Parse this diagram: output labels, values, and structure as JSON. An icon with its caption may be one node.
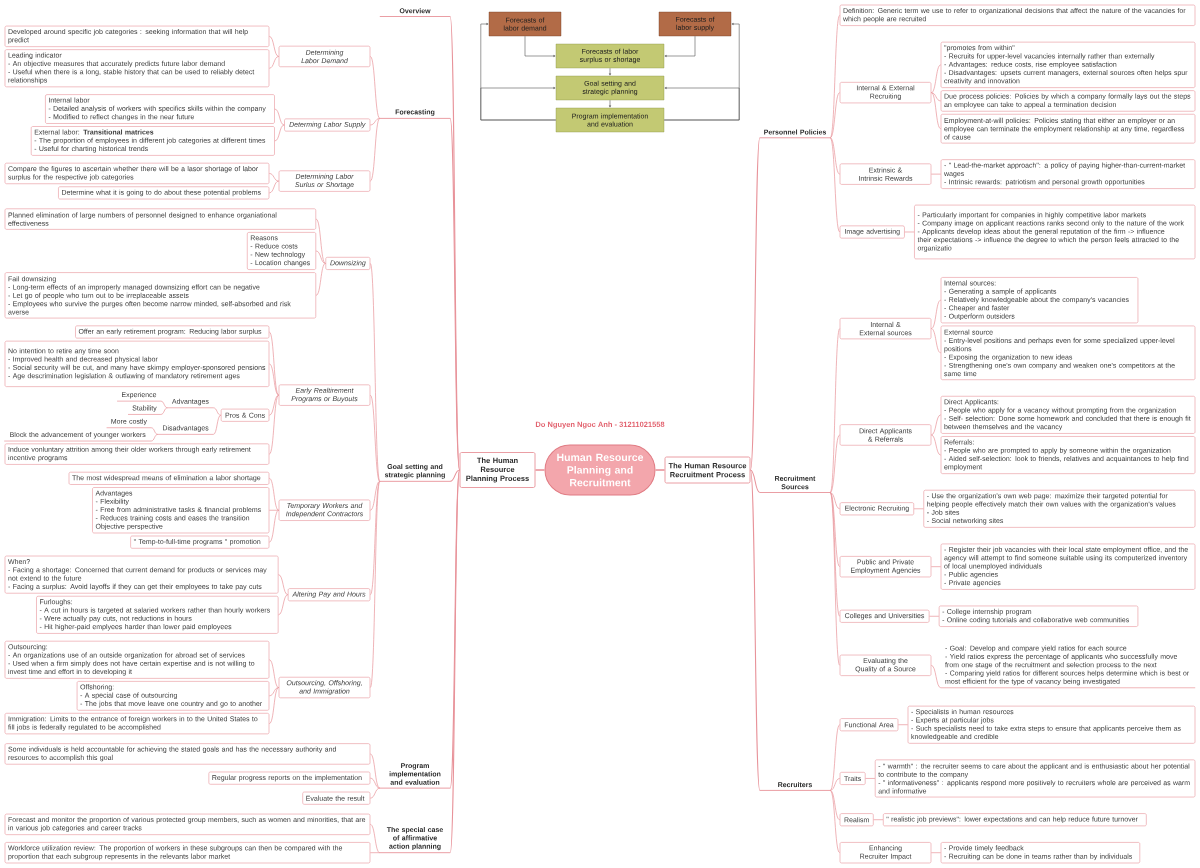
{
  "diagram": {
    "nodes": [
      {
        "text": [
          "Human Resource Planning and Recruitment"
        ]
      },
      {
        "text": [
          "The Human Resource Planning Process"
        ]
      },
      {
        "text": [
          "Overview"
        ]
      },
      {
        "text": [
          "Forecasts of labor demand"
        ]
      },
      {
        "text": [
          "Forecasts of labor supply"
        ]
      },
      {
        "text": [
          "Forecasts of labor surplus or shortage"
        ]
      },
      {
        "text": [
          "Goal setting and strategic planning"
        ]
      },
      {
        "text": [
          "Program implementation and evaluation"
        ]
      },
      {
        "text": [
          "Forecasting"
        ]
      },
      {
        "text": [
          "Determining Labor Demand"
        ]
      },
      {
        "text": [
          "Developed around specific job categories : seeking information that will help predict"
        ]
      },
      {
        "text": [
          "Leading indicator",
          "- An objective measures that accurately predicts future labor demand",
          "- Useful when there is a long, stable history that can be used to reliably detect relationships"
        ]
      },
      {
        "text": [
          "Determing Labor Supply"
        ]
      },
      {
        "text": [
          "Internal labor",
          "- Detailed analysis of workers with specifics skills within the company",
          "- Modified to reflect changes in the near future"
        ]
      },
      {
        "text": [
          "External labor: **Transitional matrices**",
          "- The proportion of employees in different job categories at different times",
          "- Useful for charting historical trends"
        ]
      },
      {
        "text": [
          "Determining Labor Surlus or Shortage"
        ]
      },
      {
        "text": [
          "Compare the figures to ascertain whether there will be a lasor shortage of labor surplus for the respective job categories"
        ]
      },
      {
        "text": [
          "Determine what it is going to do about these potential problems"
        ]
      },
      {
        "text": [
          "Goal setting and strategic planning"
        ]
      },
      {
        "text": [
          "Downsizing"
        ]
      },
      {
        "text": [
          "Planned elimination of large numbers of personnel designed to enhance organiational effectiveness"
        ]
      },
      {
        "text": [
          "Reasons",
          "- Reduce costs",
          "- New technology",
          "- Location changes"
        ]
      },
      {
        "text": [
          "Fail downsizing",
          "- Long-term effects of an improperly managed downsizing effort can be negative",
          "- Let go of people who turn out to be irreplaceable assets",
          "- Employees who survive the purges often become narrow minded, self-absorbed and risk averse"
        ]
      },
      {
        "text": [
          "Early Realtirement Programs or Buyouts"
        ]
      },
      {
        "text": [
          "Offer an early retirement program: Reducing labor surplus"
        ]
      },
      {
        "text": [
          "No intention to retire any time soon",
          "- Improved health and decreased physical labor",
          "- Social security will be cut, and many have skimpy employer-sponsored pensions",
          "- Age descrimination legislation & outlawing of mandatory retirement ages"
        ]
      },
      {
        "text": [
          "Pros & Cons"
        ]
      },
      {
        "text": [
          "Advantages"
        ]
      },
      {
        "text": [
          "Experience"
        ]
      },
      {
        "text": [
          "Stability"
        ]
      },
      {
        "text": [
          "Disadvantages"
        ]
      },
      {
        "text": [
          "More costly"
        ]
      },
      {
        "text": [
          "Block the advancement of younger workers"
        ]
      },
      {
        "text": [
          "Induce vonluntary attrition among their older workers through early retirement incentive programs"
        ]
      },
      {
        "text": [
          "Temporary Workers and Independent Contractors"
        ]
      },
      {
        "text": [
          "The most widespread means of elimination a labor shortage"
        ]
      },
      {
        "text": [
          "Advantages",
          "- Flexibility",
          "- Free from administrative tasks & financial problems",
          "- Reduces training costs and eases the transition",
          "Objective perspective"
        ]
      },
      {
        "text": [
          "\" Temp-to-full-time programs \" promotion"
        ]
      },
      {
        "text": [
          "Altering Pay and Hours"
        ]
      },
      {
        "text": [
          "When?",
          "- Facing a shortage: Concerned that current demand for products or services may not extend to the future",
          "- Facing a surplus: Avoid layoffs if they can get their employees to take pay cuts"
        ]
      },
      {
        "text": [
          "Furloughs:",
          "- A cut in hours is targeted at salaried workers rather than hourly workers",
          "- Were actually pay cuts, not reductions in hours",
          "- Hit higher-paid emplyees harder than lower paid employees"
        ]
      },
      {
        "text": [
          "Outsourcing, Offshoring, and Immigration"
        ]
      },
      {
        "text": [
          "Outsourcing:",
          "- An organizations use of an outside organization for abroad set of services",
          "- Used when a firm simply does not have certain expertise and is not willing to invest time and effort in to developing it"
        ]
      },
      {
        "text": [
          "Offshoring:",
          "- A special case of outsourcing",
          "- The jobs that move leave one country and go to another"
        ]
      },
      {
        "text": [
          "Immigration: Limits to the entrance of foreign workers in to the United States to fill jobs is federally regulated to be accomplished"
        ]
      },
      {
        "text": [
          "Program implementation and evaluation"
        ]
      },
      {
        "text": [
          "Some individuals is held accountable for achieving the stated goals and has the necessary authority and resources to accomplish this goal"
        ]
      },
      {
        "text": [
          "Regular progress reports on the implementation"
        ]
      },
      {
        "text": [
          "Evaluate the result"
        ]
      },
      {
        "text": [
          "The special case of affirmative action planning"
        ]
      },
      {
        "text": [
          "Forecast and monitor the proportion of various protected group members, such as women and minorities, that are in various job categories and career tracks"
        ]
      },
      {
        "text": [
          "Workforce utilization review: The proportion of workers in these subgroups can then be compared with the proportion that each subgroup represents in the relevants labor market"
        ]
      },
      {
        "text": [
          "The Human Resource Recruitment Process"
        ]
      },
      {
        "text": [
          "Personnel Policies"
        ]
      },
      {
        "text": [
          "Definition: Generic term we use to refer to organizational decisions that affect the nature of the vacancies for which people are recruited"
        ]
      },
      {
        "text": [
          "Internal & External Recruiting"
        ]
      },
      {
        "text": [
          "\"promotes from within\"",
          "- Recruits for upper-level vacancies internally rather than externally",
          "- Advantages: reduce costs, rise employee satisfaction",
          "- Disadvantages: upsets current managers, external sources often helps spur creativity and innovation"
        ]
      },
      {
        "text": [
          "Due process policies: Policies by which a company formally lays out the steps an employee can take to appeal a termination decision"
        ]
      },
      {
        "text": [
          "Employment-at-will policies: Policies stating that either an employer or an employee can terminate the employment relationship at any time, regardless of cause"
        ]
      },
      {
        "text": [
          "Extrinsic & Intrinsic Rewards"
        ]
      },
      {
        "text": [
          "- \" Lead-the-market approach\": a policy of paying higher-than-current-market wages",
          "- Intrinsic rewards: patriotism and personal growth opportunities"
        ]
      },
      {
        "text": [
          "Image advertising"
        ]
      },
      {
        "text": [
          "- Particularly important for companies in highly competitive labor markets",
          "- Company image on applicant reactions ranks second only to the nature of the work",
          "- Applicants develop ideas about the general reputation of the firm -> influence their expectations -> influence the degree to which the person feels attracted to the organizatio"
        ]
      },
      {
        "text": [
          "Recruitment Sources"
        ]
      },
      {
        "text": [
          "Internal & External sources"
        ]
      },
      {
        "text": [
          "Internal sources:",
          "- Generating a sample of applicants",
          "- Relatively knowledgeable about the company's vacancies",
          "- Cheaper and faster",
          "- Outperform outsiders"
        ]
      },
      {
        "text": [
          "External source",
          "- Entry-level positions and perhaps even for some specialized upper-level positions",
          "- Exposing the organization to new ideas",
          "- Strengthening one's own company and weaken one's competitors at the same time"
        ]
      },
      {
        "text": [
          "Direct Applicants & Referrals"
        ]
      },
      {
        "text": [
          "Direct Applicants:",
          "- People who apply for a vacancy without prompting from the organization",
          "- Self- selection: Done some homework and concluded that there is enough fit between themselves and the vacancy"
        ]
      },
      {
        "text": [
          "Referrals:",
          "- People who are prompted to apply by someone within the organization",
          "- Aided self-selection: look to friends, relatives and acquaintances to help find employment"
        ]
      },
      {
        "text": [
          "Electronic Recruiting"
        ]
      },
      {
        "text": [
          "- Use the organization's own web page: maximize their targeted potential for helping people effectively match their own values with the organization's values",
          "- Job sites",
          "- Social networking sites"
        ]
      },
      {
        "text": [
          "Public and Private Employment Agencies"
        ]
      },
      {
        "text": [
          "- Register their job vacancies with their local state employment office, and the agency will attempt to find someone suitable using its computerized inventory of local unemployed individuals",
          "- Public agencies",
          "- Private agencies"
        ]
      },
      {
        "text": [
          "Colleges and Universities"
        ]
      },
      {
        "text": [
          "- College internship program",
          "- Online coding tutorials and collaborative web communities"
        ]
      },
      {
        "text": [
          "Evaluating the Quality of a Source"
        ]
      },
      {
        "text": [
          "- Goal: Develop and compare yield ratios for each source",
          "- Yield ratios express the percentage of applicants who successfully move from one stage of the recruitment and selection process to the next",
          "- Comparing yield ratios for different sources helps determine which is best or most efficient for the type of vacancy being investigated"
        ]
      },
      {
        "text": [
          "Recruiters"
        ]
      },
      {
        "text": [
          "Functional Area"
        ]
      },
      {
        "text": [
          "- Specialists in human resources",
          "- Experts at particular jobs",
          "- Such specialists need to take extra steps to ensure that applicants perceive them as knowledgeable and credible"
        ]
      },
      {
        "text": [
          "Traits"
        ]
      },
      {
        "text": [
          "- \" warmth\" : the recruiter seems to care about the applicant and is enthusiastic about her potential to contribute to the company",
          "- \" informativeness\" : applicants respond more positively to recruiters whole are perceived as warm and informative"
        ]
      },
      {
        "text": [
          "Realism"
        ]
      },
      {
        "text": [
          "\" realistic job previews\": lower expectations and can help reduce future turnover"
        ]
      },
      {
        "text": [
          "Enhancing Recruiter Impact"
        ]
      },
      {
        "text": [
          "- Provide timely feedback",
          "- Recruiting can be done in teams rather than by individuals"
        ]
      }
    ],
    "edges": [
      {
        "from": 0,
        "to": 1,
        "arrow": "none"
      },
      {
        "from": 0,
        "to": 52,
        "arrow": "none"
      },
      {
        "from": 1,
        "to": 2,
        "arrow": "none"
      },
      {
        "from": 1,
        "to": 8,
        "arrow": "none"
      },
      {
        "from": 1,
        "to": 18,
        "arrow": "none"
      },
      {
        "from": 1,
        "to": 45,
        "arrow": "none"
      },
      {
        "from": 1,
        "to": 49,
        "arrow": "none"
      },
      {
        "from": 3,
        "to": 5,
        "arrow": "to",
        "color": "#555555"
      },
      {
        "from": 4,
        "to": 5,
        "arrow": "to",
        "color": "#555555"
      },
      {
        "from": 5,
        "to": 6,
        "arrow": "to",
        "color": "#555555"
      },
      {
        "from": 6,
        "to": 7,
        "arrow": "to",
        "color": "#555555"
      },
      {
        "from": 7,
        "to": 3,
        "arrow": "to",
        "color": "#555555"
      },
      {
        "from": 7,
        "to": 4,
        "arrow": "to",
        "color": "#555555"
      },
      {
        "from": 7,
        "to": 6,
        "arrow": "to",
        "color": "#555555"
      },
      {
        "from": 7,
        "to": 6,
        "arrow": "to",
        "color": "#555555"
      },
      {
        "from": 8,
        "to": 9,
        "arrow": "none"
      },
      {
        "from": 8,
        "to": 12,
        "arrow": "none"
      },
      {
        "from": 8,
        "to": 15,
        "arrow": "none"
      },
      {
        "from": 9,
        "to": 10,
        "arrow": "none"
      },
      {
        "from": 9,
        "to": 11,
        "arrow": "none"
      },
      {
        "from": 12,
        "to": 13,
        "arrow": "none"
      },
      {
        "from": 12,
        "to": 14,
        "arrow": "none"
      },
      {
        "from": 15,
        "to": 16,
        "arrow": "none"
      },
      {
        "from": 15,
        "to": 17,
        "arrow": "none"
      },
      {
        "from": 18,
        "to": 19,
        "arrow": "none"
      },
      {
        "from": 18,
        "to": 23,
        "arrow": "none"
      },
      {
        "from": 18,
        "to": 34,
        "arrow": "none"
      },
      {
        "from": 18,
        "to": 38,
        "arrow": "none"
      },
      {
        "from": 18,
        "to": 41,
        "arrow": "none"
      },
      {
        "from": 19,
        "to": 20,
        "arrow": "none"
      },
      {
        "from": 19,
        "to": 21,
        "arrow": "none"
      },
      {
        "from": 19,
        "to": 22,
        "arrow": "none"
      },
      {
        "from": 23,
        "to": 24,
        "arrow": "none"
      },
      {
        "from": 23,
        "to": 25,
        "arrow": "none"
      },
      {
        "from": 23,
        "to": 26,
        "arrow": "none"
      },
      {
        "from": 23,
        "to": 33,
        "arrow": "none"
      },
      {
        "from": 26,
        "to": 27,
        "arrow": "none"
      },
      {
        "from": 26,
        "to": 30,
        "arrow": "none"
      },
      {
        "from": 27,
        "to": 28,
        "arrow": "none"
      },
      {
        "from": 27,
        "to": 29,
        "arrow": "none"
      },
      {
        "from": 30,
        "to": 31,
        "arrow": "none"
      },
      {
        "from": 30,
        "to": 32,
        "arrow": "none"
      },
      {
        "from": 34,
        "to": 35,
        "arrow": "none"
      },
      {
        "from": 34,
        "to": 36,
        "arrow": "none"
      },
      {
        "from": 34,
        "to": 37,
        "arrow": "none"
      },
      {
        "from": 38,
        "to": 39,
        "arrow": "none"
      },
      {
        "from": 38,
        "to": 40,
        "arrow": "none"
      },
      {
        "from": 41,
        "to": 42,
        "arrow": "none"
      },
      {
        "from": 41,
        "to": 43,
        "arrow": "none"
      },
      {
        "from": 41,
        "to": 44,
        "arrow": "none"
      },
      {
        "from": 45,
        "to": 46,
        "arrow": "none"
      },
      {
        "from": 45,
        "to": 47,
        "arrow": "none"
      },
      {
        "from": 45,
        "to": 48,
        "arrow": "none"
      },
      {
        "from": 49,
        "to": 50,
        "arrow": "none"
      },
      {
        "from": 49,
        "to": 51,
        "arrow": "none"
      },
      {
        "from": 52,
        "to": 53,
        "arrow": "none"
      },
      {
        "from": 52,
        "to": 63,
        "arrow": "none"
      },
      {
        "from": 52,
        "to": 78,
        "arrow": "none"
      },
      {
        "from": 53,
        "to": 54,
        "arrow": "none"
      },
      {
        "from": 53,
        "to": 55,
        "arrow": "none"
      },
      {
        "from": 53,
        "to": 59,
        "arrow": "none"
      },
      {
        "from": 53,
        "to": 61,
        "arrow": "none"
      },
      {
        "from": 55,
        "to": 56,
        "arrow": "none"
      },
      {
        "from": 55,
        "to": 57,
        "arrow": "none"
      },
      {
        "from": 55,
        "to": 58,
        "arrow": "none"
      },
      {
        "from": 59,
        "to": 60,
        "arrow": "none"
      },
      {
        "from": 61,
        "to": 62,
        "arrow": "none"
      },
      {
        "from": 63,
        "to": 64,
        "arrow": "none"
      },
      {
        "from": 63,
        "to": 67,
        "arrow": "none"
      },
      {
        "from": 63,
        "to": 70,
        "arrow": "none"
      },
      {
        "from": 63,
        "to": 72,
        "arrow": "none"
      },
      {
        "from": 63,
        "to": 74,
        "arrow": "none"
      },
      {
        "from": 63,
        "to": 76,
        "arrow": "none"
      },
      {
        "from": 64,
        "to": 65,
        "arrow": "none"
      },
      {
        "from": 64,
        "to": 66,
        "arrow": "none"
      },
      {
        "from": 67,
        "to": 68,
        "arrow": "none"
      },
      {
        "from": 67,
        "to": 69,
        "arrow": "none"
      },
      {
        "from": 70,
        "to": 71,
        "arrow": "none"
      },
      {
        "from": 72,
        "to": 73,
        "arrow": "none"
      },
      {
        "from": 74,
        "to": 75,
        "arrow": "none"
      },
      {
        "from": 76,
        "to": 77,
        "arrow": "none"
      },
      {
        "from": 78,
        "to": 79,
        "arrow": "none"
      },
      {
        "from": 78,
        "to": 81,
        "arrow": "none"
      },
      {
        "from": 78,
        "to": 83,
        "arrow": "none"
      },
      {
        "from": 78,
        "to": 85,
        "arrow": "none"
      },
      {
        "from": 79,
        "to": 80,
        "arrow": "none"
      },
      {
        "from": 81,
        "to": 82,
        "arrow": "none"
      },
      {
        "from": 83,
        "to": 84,
        "arrow": "none"
      },
      {
        "from": 85,
        "to": 86,
        "arrow": "none"
      }
    ],
    "labels": [
      "Do Nguyen Ngoc Anh - 31211021558"
    ]
  }
}
